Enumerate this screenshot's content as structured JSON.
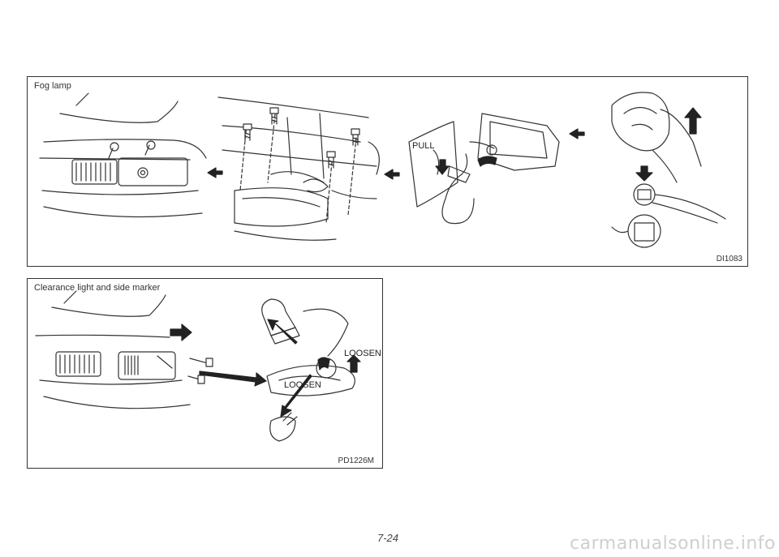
{
  "fog_panel": {
    "title": "Fog lamp",
    "code": "DI1083",
    "callouts": {
      "pull": "PULL"
    }
  },
  "clearance_panel": {
    "title": "Clearance light and side marker",
    "code": "PD1226M",
    "callouts": {
      "loosen_right": "LOOSEN",
      "loosen_left": "LOOSEN"
    }
  },
  "page_number": "7-24",
  "watermark": "carmanualsonline.info"
}
